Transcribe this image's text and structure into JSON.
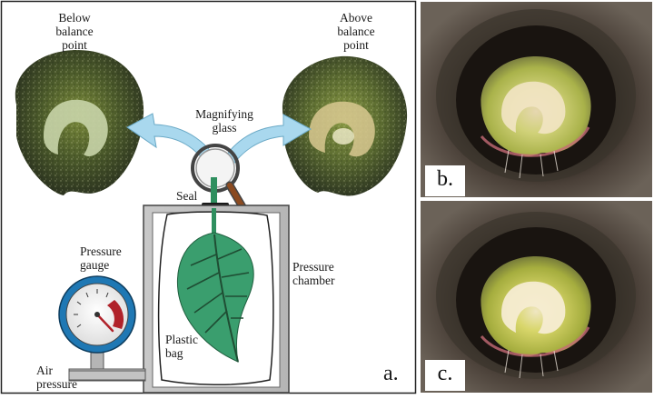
{
  "diagram": {
    "panels": {
      "a": "a.",
      "b": "b.",
      "c": "c."
    },
    "labels": {
      "below_balance_point": "Below\nbalance\npoint",
      "above_balance_point": "Above\nbalance\npoint",
      "magnifying_glass": "Magnifying\nglass",
      "seal": "Seal",
      "pressure_gauge": "Pressure\ngauge",
      "pressure_chamber": "Pressure\nchamber",
      "plastic_bag": "Plastic\nbag",
      "air_pressure": "Air\npressure"
    },
    "colors": {
      "leaf": "#3a9e6e",
      "arrow": "#a9d8ee",
      "gauge_ring": "#1f78b4",
      "gauge_red": "#b0222a",
      "chamber_fill": "#bdbdbd",
      "stem_photo_tissue": "#c9cf5a"
    }
  }
}
